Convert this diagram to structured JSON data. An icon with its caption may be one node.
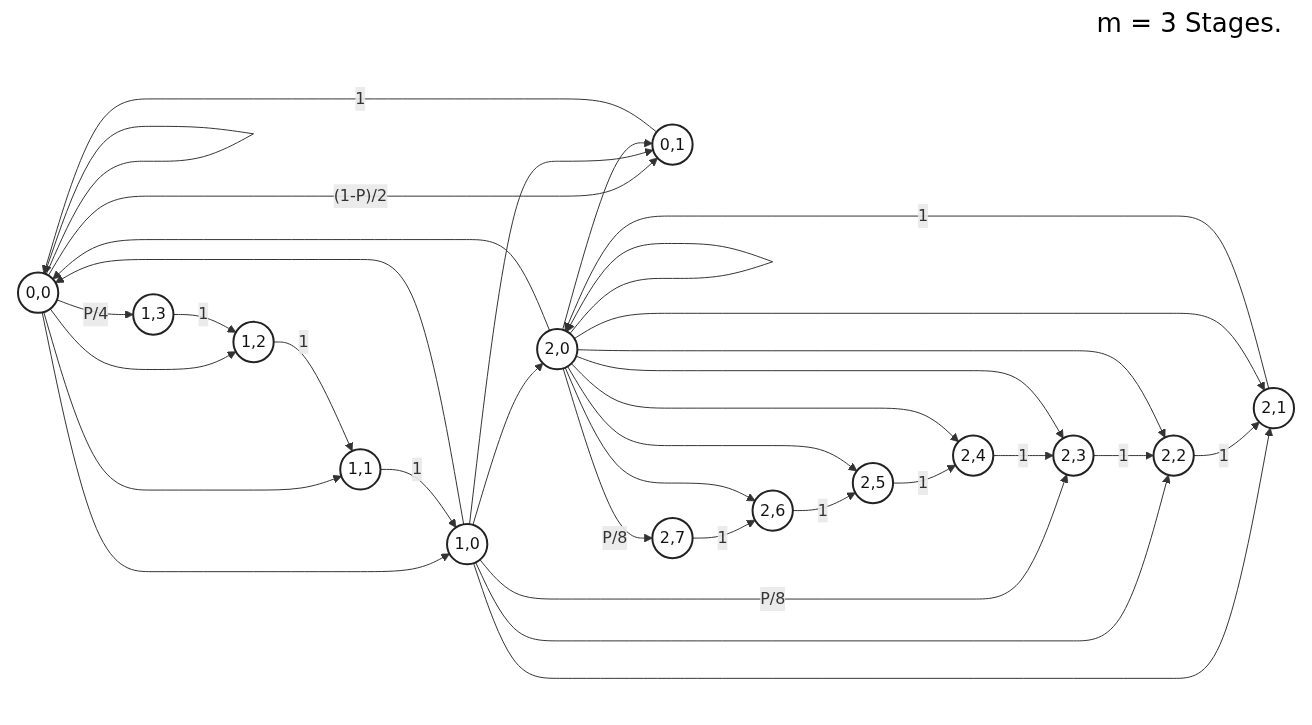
{
  "diagram": {
    "nodes": [
      {
        "text": [
          "0,0"
        ]
      },
      {
        "text": [
          "0,1"
        ]
      },
      {
        "text": [
          "1,0"
        ]
      },
      {
        "text": [
          "1,1"
        ]
      },
      {
        "text": [
          "1,2"
        ]
      },
      {
        "text": [
          "1,3"
        ]
      },
      {
        "text": [
          "2,0"
        ]
      },
      {
        "text": [
          "2,1"
        ]
      },
      {
        "text": [
          "2,2"
        ]
      },
      {
        "text": [
          "2,3"
        ]
      },
      {
        "text": [
          "2,4"
        ]
      },
      {
        "text": [
          "2,5"
        ]
      },
      {
        "text": [
          "2,6"
        ]
      },
      {
        "text": [
          "2,7"
        ]
      }
    ],
    "edges": [
      {
        "from": 0,
        "to": 0,
        "arrow": "to"
      },
      {
        "from": 0,
        "to": 1,
        "arrow": "to",
        "label": "(1-P)/2"
      },
      {
        "from": 2,
        "to": 0,
        "arrow": "to"
      },
      {
        "from": 2,
        "to": 1,
        "arrow": "to"
      },
      {
        "from": 6,
        "to": 0,
        "arrow": "to"
      },
      {
        "from": 6,
        "to": 1,
        "arrow": "to"
      },
      {
        "from": 1,
        "to": 0,
        "arrow": "to",
        "label": "1"
      },
      {
        "from": 0,
        "to": 2,
        "arrow": "to"
      },
      {
        "from": 0,
        "to": 3,
        "arrow": "to"
      },
      {
        "from": 0,
        "to": 4,
        "arrow": "to"
      },
      {
        "from": 0,
        "to": 5,
        "arrow": "to",
        "label": "P/4"
      },
      {
        "from": 3,
        "to": 2,
        "arrow": "to",
        "label": "1"
      },
      {
        "from": 4,
        "to": 3,
        "arrow": "to",
        "label": "1"
      },
      {
        "from": 5,
        "to": 4,
        "arrow": "to",
        "label": "1"
      },
      {
        "from": 2,
        "to": 6,
        "arrow": "to"
      },
      {
        "from": 2,
        "to": 7,
        "arrow": "to"
      },
      {
        "from": 2,
        "to": 8,
        "arrow": "to"
      },
      {
        "from": 2,
        "to": 9,
        "arrow": "to",
        "label": "P/8"
      },
      {
        "from": 7,
        "to": 6,
        "arrow": "to",
        "label": "1"
      },
      {
        "from": 8,
        "to": 7,
        "arrow": "to",
        "label": "1"
      },
      {
        "from": 9,
        "to": 8,
        "arrow": "to",
        "label": "1"
      },
      {
        "from": 10,
        "to": 9,
        "arrow": "to",
        "label": "1"
      },
      {
        "from": 11,
        "to": 10,
        "arrow": "to",
        "label": "1"
      },
      {
        "from": 12,
        "to": 11,
        "arrow": "to",
        "label": "1"
      },
      {
        "from": 13,
        "to": 12,
        "arrow": "to",
        "label": "1"
      },
      {
        "from": 6,
        "to": 6,
        "arrow": "to"
      },
      {
        "from": 6,
        "to": 7,
        "arrow": "to"
      },
      {
        "from": 6,
        "to": 8,
        "arrow": "to"
      },
      {
        "from": 6,
        "to": 9,
        "arrow": "to"
      },
      {
        "from": 6,
        "to": 10,
        "arrow": "to"
      },
      {
        "from": 6,
        "to": 11,
        "arrow": "to"
      },
      {
        "from": 6,
        "to": 12,
        "arrow": "to"
      },
      {
        "from": 6,
        "to": 13,
        "arrow": "to",
        "label": "P/8"
      }
    ],
    "labels": [
      "m = 3 Stages."
    ]
  }
}
